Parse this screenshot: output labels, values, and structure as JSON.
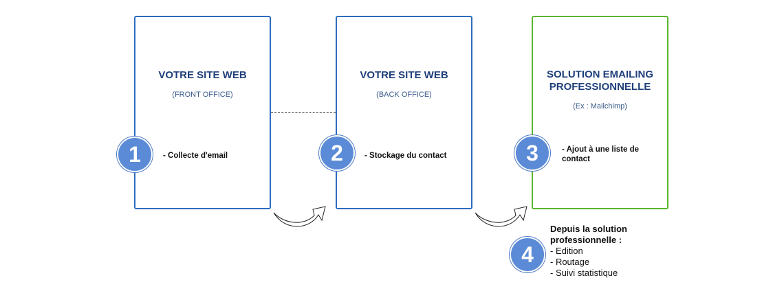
{
  "steps": [
    {
      "number": "1",
      "title": "VOTRE SITE WEB",
      "subtitle": "(FRONT OFFICE)",
      "text": "- Collecte d'email"
    },
    {
      "number": "2",
      "title": "VOTRE SITE WEB",
      "subtitle": "(BACK OFFICE)",
      "text": "- Stockage du contact"
    },
    {
      "number": "3",
      "title_line1": "SOLUTION EMAILING",
      "title_line2": "PROFESSIONNELLE",
      "subtitle": "(Ex : Mailchimp)",
      "text_line1": "- Ajout à une liste de",
      "text_line2": "contact"
    }
  ],
  "final_step": {
    "number": "4",
    "heading_line1": "Depuis la solution",
    "heading_line2": "professionnelle :",
    "items": [
      "- Edition",
      "- Routage",
      "- Suivi statistique"
    ]
  },
  "colors": {
    "box_border_blue": "#2d6cc0",
    "box_border_green": "#5ab52e",
    "badge_fill": "#5b8bd6",
    "title_text": "#1f3f7a"
  }
}
